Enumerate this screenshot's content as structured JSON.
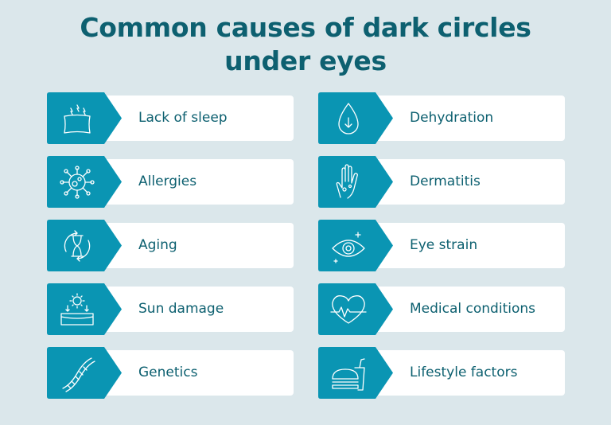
{
  "title_line1": "Common causes of dark circles",
  "title_line2": "under eyes",
  "colors": {
    "background": "#dbe7eb",
    "accent": "#0a95b3",
    "text": "#0d6070"
  },
  "left": [
    {
      "label": "Lack of sleep",
      "icon": "pillow-icon"
    },
    {
      "label": "Allergies",
      "icon": "allergen-icon"
    },
    {
      "label": "Aging",
      "icon": "hourglass-icon"
    },
    {
      "label": "Sun damage",
      "icon": "sun-skin-icon"
    },
    {
      "label": "Genetics",
      "icon": "dna-icon"
    }
  ],
  "right": [
    {
      "label": "Dehydration",
      "icon": "water-drop-icon"
    },
    {
      "label": "Dermatitis",
      "icon": "hand-rash-icon"
    },
    {
      "label": "Eye strain",
      "icon": "eye-icon"
    },
    {
      "label": "Medical conditions",
      "icon": "heartbeat-icon"
    },
    {
      "label": "Lifestyle factors",
      "icon": "fast-food-icon"
    }
  ]
}
